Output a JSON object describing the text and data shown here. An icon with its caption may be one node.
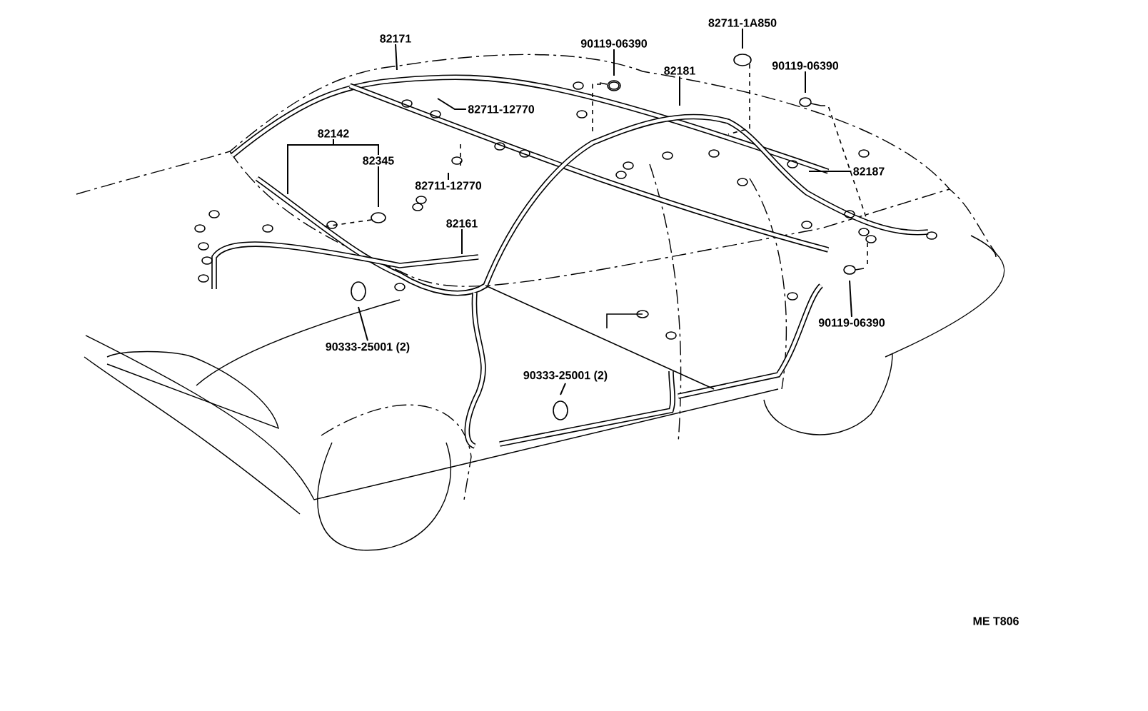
{
  "diagram": {
    "nodes": [
      {
        "text": [
          "82171"
        ]
      },
      {
        "text": [
          "82711-1A850"
        ]
      },
      {
        "text": [
          "90119-06390"
        ]
      },
      {
        "text": [
          "90119-06390"
        ]
      },
      {
        "text": [
          "82181"
        ]
      },
      {
        "text": [
          "82711-12770"
        ]
      },
      {
        "text": [
          "82142"
        ]
      },
      {
        "text": [
          "82345"
        ]
      },
      {
        "text": [
          "82711-12770"
        ]
      },
      {
        "text": [
          "82161"
        ]
      },
      {
        "text": [
          "82187"
        ]
      },
      {
        "text": [
          "90333-25001 (2)"
        ]
      },
      {
        "text": [
          "90333-25001 (2)"
        ]
      },
      {
        "text": [
          "90119-06390"
        ]
      }
    ],
    "edges": [
      {
        "from": 0,
        "to": null,
        "arrow": "none"
      },
      {
        "from": 1,
        "to": null,
        "arrow": "none"
      },
      {
        "from": 2,
        "to": null,
        "arrow": "none"
      },
      {
        "from": 3,
        "to": null,
        "arrow": "none"
      },
      {
        "from": 4,
        "to": null,
        "arrow": "none"
      },
      {
        "from": 5,
        "to": null,
        "arrow": "none"
      },
      {
        "from": 6,
        "to": null,
        "arrow": "none"
      },
      {
        "from": 6,
        "to": 7,
        "arrow": "none"
      },
      {
        "from": 7,
        "to": null,
        "arrow": "none"
      },
      {
        "from": 8,
        "to": null,
        "arrow": "none"
      },
      {
        "from": 9,
        "to": null,
        "arrow": "none"
      },
      {
        "from": 10,
        "to": null,
        "arrow": "none"
      },
      {
        "from": 11,
        "to": null,
        "arrow": "none"
      },
      {
        "from": 12,
        "to": null,
        "arrow": "none"
      },
      {
        "from": 13,
        "to": null,
        "arrow": "none"
      }
    ],
    "labels": [
      "ME T806"
    ]
  }
}
